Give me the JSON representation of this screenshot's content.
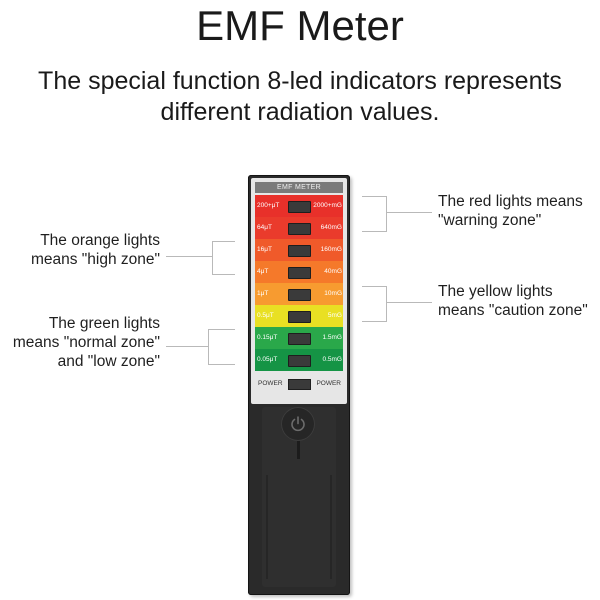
{
  "title": "EMF Meter",
  "subtitle": {
    "line1": "The special function 8-led indicators represents",
    "line2": "different radiation values."
  },
  "device": {
    "panel_title": "EMF METER",
    "power_left": "POWER",
    "power_right": "POWER",
    "indicators": [
      {
        "left": "200+μT",
        "right": "2000+mG",
        "color": "#e8302a"
      },
      {
        "left": "64μT",
        "right": "640mG",
        "color": "#ea3b2c"
      },
      {
        "left": "16μT",
        "right": "160mG",
        "color": "#f05a2a"
      },
      {
        "left": "4μT",
        "right": "40mG",
        "color": "#f5792a"
      },
      {
        "left": "1μT",
        "right": "10mG",
        "color": "#f79b30"
      },
      {
        "left": "0.5μT",
        "right": "5mG",
        "color": "#e9e023"
      },
      {
        "left": "0.15μT",
        "right": "1.5mG",
        "color": "#2aa84a"
      },
      {
        "left": "0.05μT",
        "right": "0.5mG",
        "color": "#159445"
      }
    ]
  },
  "callouts": {
    "red": {
      "line1": "The red lights means",
      "line2": "\"warning zone\""
    },
    "orange": {
      "line1": "The orange lights",
      "line2": "means \"high zone\""
    },
    "yellow": {
      "line1": "The yellow lights",
      "line2": "means \"caution zone\""
    },
    "green": {
      "line1": "The green lights",
      "line2": "means \"normal zone\"",
      "line3": "and \"low zone\""
    }
  },
  "icons": {
    "power_button": "power-icon"
  }
}
